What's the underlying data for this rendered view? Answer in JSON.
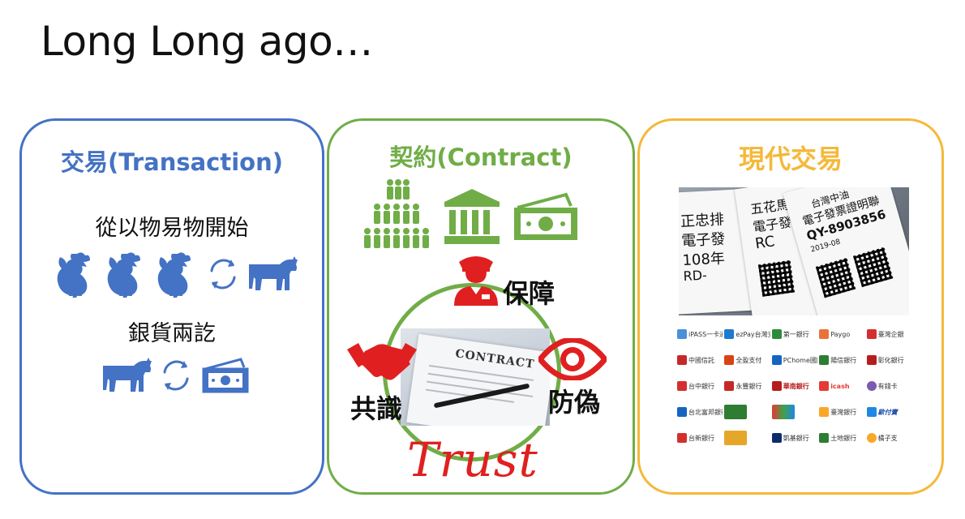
{
  "slide": {
    "title": "Long Long ago…"
  },
  "panels": {
    "transaction": {
      "heading": "交易(Transaction)",
      "barter_label": "從以物易物開始",
      "currency_label": "銀貨兩訖"
    },
    "contract": {
      "heading": "契約(Contract)",
      "guarantee_label": "保障",
      "consensus_label": "共識",
      "anti_fraud_label": "防偽",
      "trust_label": "Trust",
      "photo_caption": "CONTRACT"
    },
    "modern": {
      "heading": "現代交易",
      "receipt_texts": [
        "正忠排",
        "電子發",
        "108年",
        "RD-",
        "五花馬",
        "電子發",
        "RC",
        "台灣中油",
        "電子發票證明聯",
        "QY-8903856",
        "2019-08"
      ],
      "payment_logos": [
        "iPASS一卡通",
        "ezPay台灣支付",
        "第一銀行",
        "Paygo",
        "臺灣企銀",
        "中國信託",
        "全盈支付",
        "PChome國際連",
        "陽信銀行",
        "彰化銀行",
        "台中銀行",
        "永豐銀行",
        "華南銀行",
        "icash",
        "有錢卡",
        "台北富邦銀行",
        "",
        "",
        "臺灣銀行",
        "歐付寶",
        "台新銀行",
        "",
        "凱基銀行",
        "土地銀行",
        "橘子支"
      ]
    }
  },
  "colors": {
    "transaction": "#4472c4",
    "contract": "#70ad47",
    "modern": "#f4b93a",
    "trust": "#e02020",
    "guard": "#e02020"
  },
  "icons": {
    "barter_row": [
      "rooster-icon",
      "rooster-icon",
      "rooster-icon",
      "refresh-cycle-icon",
      "cow-icon"
    ],
    "currency_row": [
      "cow-icon",
      "refresh-cycle-icon",
      "cash-icon"
    ],
    "contract_row": [
      "people-pyramid-icon",
      "bank-building-icon",
      "cash-icon"
    ],
    "contract_circle": [
      "guard-icon",
      "handshake-icon",
      "eye-icon"
    ]
  }
}
